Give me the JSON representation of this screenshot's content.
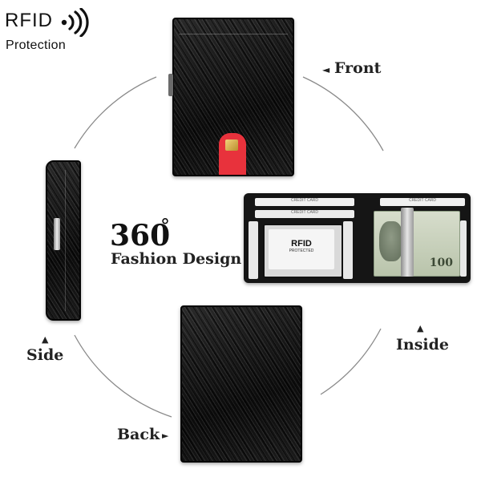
{
  "badge": {
    "title": "RFID",
    "subtitle": "Protection",
    "icon": "signal-waves-icon"
  },
  "headline": {
    "number": "360",
    "degree": "°",
    "text": "Fashion Design"
  },
  "views": {
    "front": "Front",
    "side": "Side",
    "inside": "Inside",
    "back": "Back"
  },
  "inside_wallet": {
    "card_slot_label": "CREDIT CARD",
    "id_window_title": "RFID",
    "id_window_sub": "PROTECTED",
    "banknote_value": "100"
  },
  "colors": {
    "leather": "#141414",
    "card_red": "#e8323c",
    "clip_silver": "#b9b9b9",
    "banknote": "#cfd8c4",
    "arc": "#8a8a8a"
  }
}
